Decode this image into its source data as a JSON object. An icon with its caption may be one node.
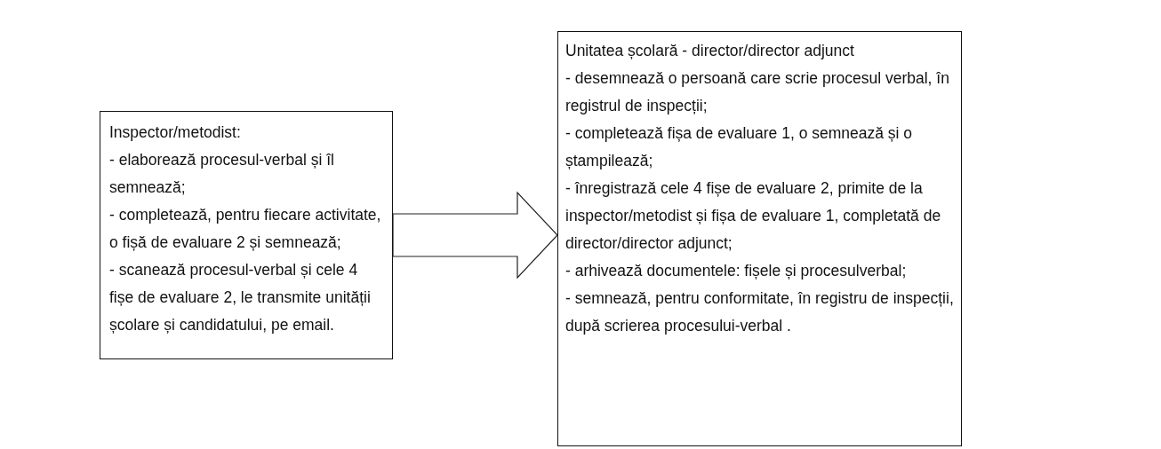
{
  "diagram": {
    "nodes": [
      {
        "text": [
          "Inspector/metodist:",
          "- elaborează procesul-verbal și îl semnează;",
          "- completează, pentru fiecare activitate, o fișă de evaluare 2 și semnează;",
          "- scanează procesul-verbal și cele 4 fișe de evaluare 2, le transmite unității școlare și candidatului, pe email."
        ]
      },
      {
        "text": [
          "Unitatea școlară - director/director adjunct",
          "- desemnează o persoană care scrie procesul verbal, în registrul de inspecții;",
          "- completează fișa de evaluare 1, o semnează și o ștampilează;",
          "- înregistrază cele 4 fișe de evaluare 2, primite de la inspector/metodist și fișa de evaluare 1, completată de director/director adjunct;",
          "- arhivează documentele: fișele și procesulverbal;",
          "- semnează, pentru conformitate, în registru de inspecții, după scrierea procesului-verbal ."
        ]
      }
    ],
    "edges": [
      {
        "from": 0,
        "to": 1,
        "arrow": "to"
      }
    ]
  }
}
